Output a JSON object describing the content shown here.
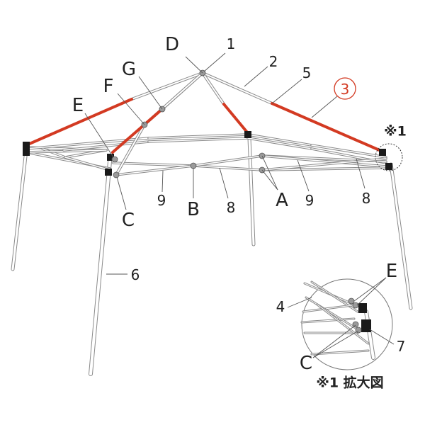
{
  "diagram": {
    "colors": {
      "highlight": "#d33a22",
      "frame": "#8a8a8a",
      "joint": "#9a9a9a",
      "bracket": "#1a1a1a"
    },
    "part_labels": {
      "p1": "1",
      "p2": "2",
      "p3": "3",
      "p4": "4",
      "p5": "5",
      "p6": "6",
      "p7": "7",
      "p8_left": "8",
      "p8_right": "8",
      "p9_left": "9",
      "p9_right": "9"
    },
    "joint_labels": {
      "A": "A",
      "B": "B",
      "C": "C",
      "D": "D",
      "E": "E",
      "F": "F",
      "G": "G",
      "C_inset": "C",
      "E_inset": "E"
    },
    "callout_mark": "※1",
    "inset_caption": "※1 拡大図",
    "highlighted_part": "3"
  }
}
